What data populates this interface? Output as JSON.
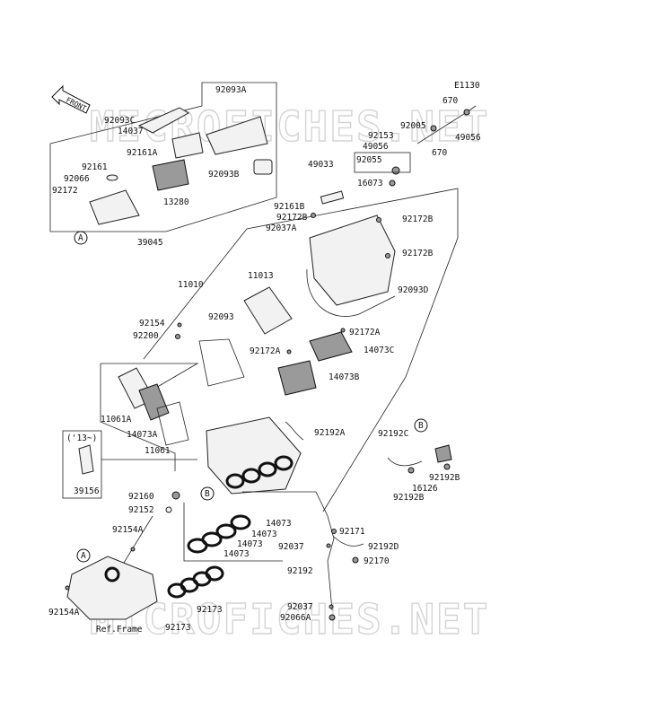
{
  "diagram_code": "E1130",
  "watermark": "MICROFICHES.NET",
  "direction_label": "FRONT",
  "callouts": {
    "A": "A",
    "B": "B"
  },
  "note_years": "('13~)",
  "ref_frame": "Ref.Frame",
  "parts": {
    "p670_top": "670",
    "p670_bot": "670",
    "p92005": "92005",
    "p49056_r": "49056",
    "p92153": "92153",
    "p49056_l": "49056",
    "p49033": "49033",
    "p92055": "92055",
    "p16073": "16073",
    "p92093A": "92093A",
    "p92093C": "92093C",
    "p14037": "14037",
    "p92161A": "92161A",
    "p92161": "92161",
    "p92066": "92066",
    "p92172_top": "92172",
    "p92093B": "92093B",
    "p13280": "13280",
    "p39045": "39045",
    "p92161B": "92161B",
    "p92172B_a": "92172B",
    "p92037A": "92037A",
    "p92172B_b": "92172B",
    "p92172B_c": "92172B",
    "p92093D": "92093D",
    "p11010": "11010",
    "p11013": "11013",
    "p92093": "92093",
    "p92154": "92154",
    "p92200": "92200",
    "p92172A_a": "92172A",
    "p92172A_b": "92172A",
    "p14073C": "14073C",
    "p14073B": "14073B",
    "p11061A": "11061A",
    "p14073A": "14073A",
    "p11061": "11061",
    "p92192A": "92192A",
    "p92192C": "92192C",
    "p16126": "16126",
    "p92192B_a": "92192B",
    "p92192B_b": "92192B",
    "p39156": "39156",
    "p92160": "92160",
    "p92152": "92152",
    "p14073_a": "14073",
    "p14073_b": "14073",
    "p14073_c": "14073",
    "p14073_d": "14073",
    "p92171": "92171",
    "p92037_a": "92037",
    "p92192D": "92192D",
    "p92170": "92170",
    "p92192": "92192",
    "p92154A_a": "92154A",
    "p92154A_b": "92154A",
    "p92037_b": "92037",
    "p92066A": "92066A",
    "p92173_a": "92173",
    "p92173_b": "92173"
  }
}
